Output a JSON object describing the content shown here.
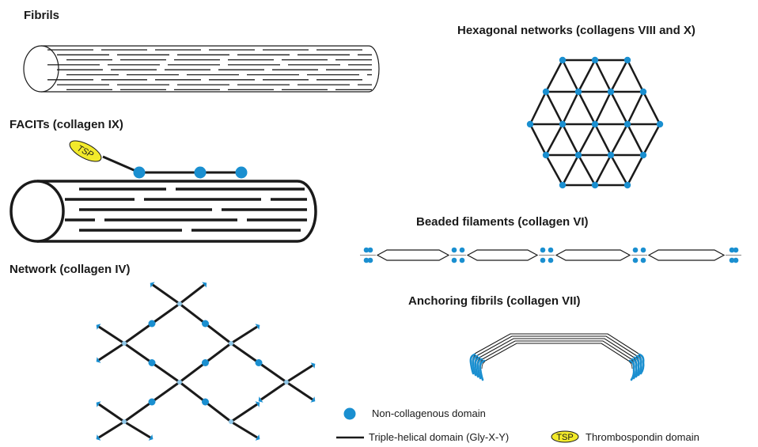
{
  "titles": {
    "fibrils": "Fibrils",
    "facits": "FACITs (collagen IX)",
    "network": "Network (collagen IV)",
    "hexagonal": "Hexagonal networks (collagens VIII and X)",
    "beaded": "Beaded filaments (collagen VI)",
    "anchoring": "Anchoring fibrils (collagen VII)"
  },
  "labels": {
    "tsp": "TSP"
  },
  "legend": {
    "noncollagenous": "Non-collagenous domain",
    "triple_helical": "Triple-helical domain (Gly-X-Y)",
    "tsp_badge": "TSP",
    "thrombospondin": "Thrombospondin domain"
  },
  "colors": {
    "domain_blue": "#1a8fd0",
    "tsp_yellow": "#f2ea2b",
    "line": "#1a1a1a"
  }
}
